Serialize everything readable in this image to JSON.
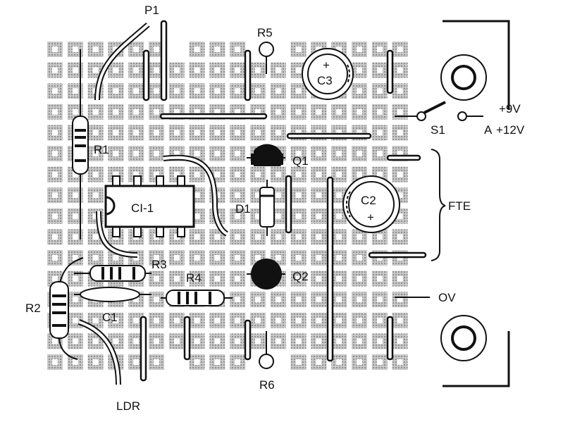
{
  "labels": {
    "p1": "P1",
    "r5": "R5",
    "c3": "C3",
    "r1": "R1",
    "q1": "Q1",
    "s1": "S1",
    "supply_9v": "+9V",
    "supply_a": "A",
    "supply_12v": "+12V",
    "ci1": "CI-1",
    "d1": "D1",
    "c2": "C2",
    "fte": "FTE",
    "r3": "R3",
    "r4": "R4",
    "q2": "Q2",
    "r2": "R2",
    "c1": "C1",
    "ov": "OV",
    "r6": "R6",
    "ldr": "LDR",
    "plus": "+"
  },
  "colors": {
    "ink": "#111111",
    "pad": "#9a9a9a",
    "pad_hole": "#ffffff",
    "board": "#ffffff"
  }
}
